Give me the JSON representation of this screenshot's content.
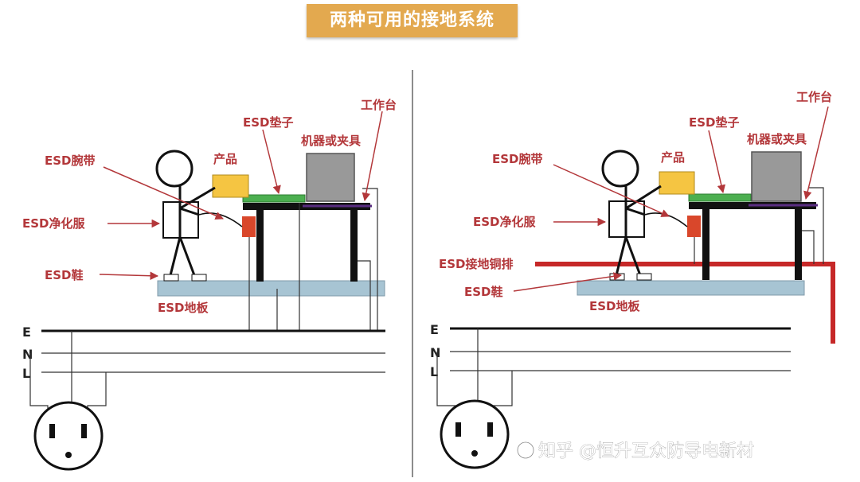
{
  "title": "两种可用的接地系统",
  "left_panel": {
    "labels": {
      "esd_mat": "ESD垫子",
      "workbench": "工作台",
      "machine": "机器或夹具",
      "product": "产品",
      "wrist_strap": "ESD腕带",
      "smock": "ESD净化服",
      "shoes": "ESD鞋",
      "floor": "ESD地板"
    }
  },
  "right_panel": {
    "labels": {
      "esd_mat": "ESD垫子",
      "workbench": "工作台",
      "machine": "机器或夹具",
      "product": "产品",
      "wrist_strap": "ESD腕带",
      "smock": "ESD净化服",
      "copper_bar": "ESD接地铜排",
      "shoes": "ESD鞋",
      "floor": "ESD地板"
    }
  },
  "power_lines": [
    "E",
    "N",
    "L"
  ],
  "watermark": "知乎 @恒升互众防导电新材",
  "colors": {
    "title_bg": "#e3a94f",
    "label_red": "#b3373a",
    "mat_green": "#4caf50",
    "product_yellow": "#f5c542",
    "machine_gray": "#999999",
    "floor_blue": "#a7c4d3",
    "copper_bar": "#c62828"
  }
}
